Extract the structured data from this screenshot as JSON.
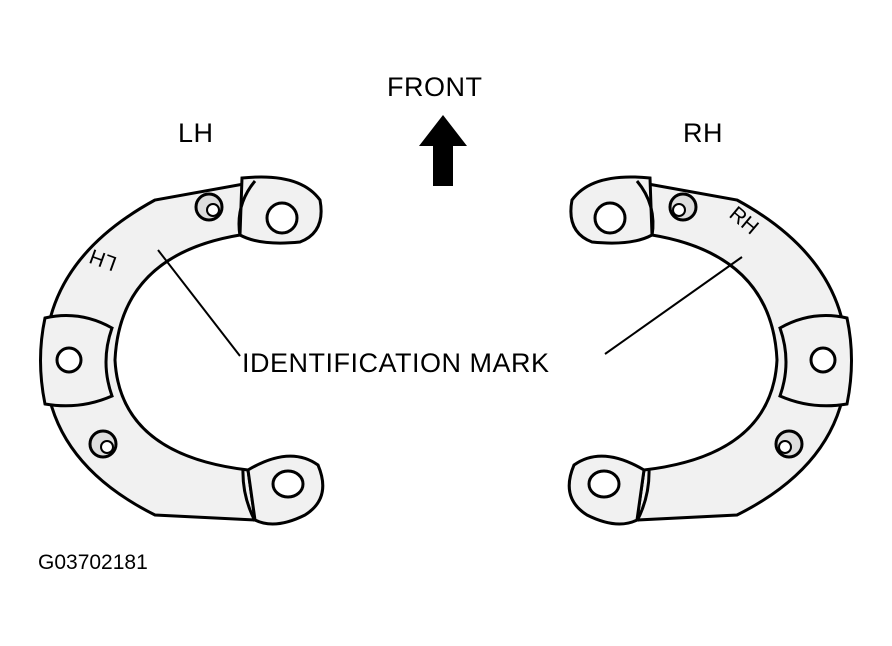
{
  "labels": {
    "front": "FRONT",
    "lh": "LH",
    "rh": "RH",
    "callout": "IDENTIFICATION MARK",
    "mark_lh": "LH",
    "mark_rh": "RH",
    "figure_code": "G03702181"
  },
  "icons": {
    "front_arrow": "up-arrow-icon"
  },
  "colors": {
    "ink": "#000000",
    "paper": "#ffffff",
    "part_fill": "#f1f1f1"
  }
}
